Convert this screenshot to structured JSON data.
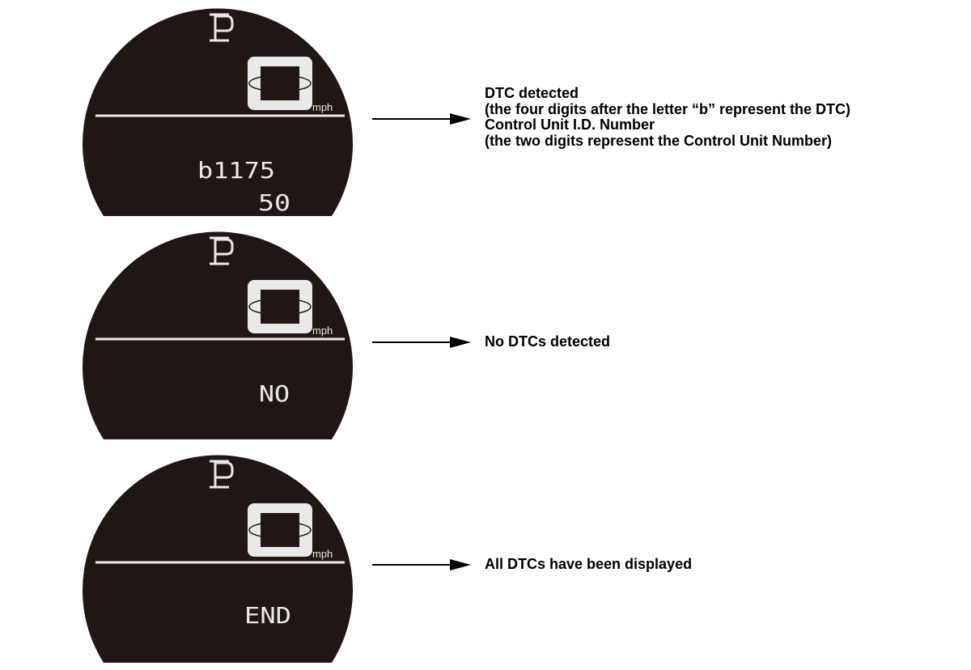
{
  "colors": {
    "display_bg": "#201614",
    "segment": "#e9e9e9",
    "arrow": "#000000"
  },
  "panels": [
    {
      "gear": "P",
      "speed": "0",
      "unit": "mph",
      "readout_lines": [
        "b1175",
        "50"
      ],
      "description": [
        "DTC detected",
        "(the four digits after the letter “b” represent the DTC)",
        "Control Unit I.D. Number",
        "(the two digits represent the Control Unit Number)"
      ]
    },
    {
      "gear": "P",
      "speed": "0",
      "unit": "mph",
      "readout_lines": [
        "NO"
      ],
      "description": [
        "No DTCs detected"
      ]
    },
    {
      "gear": "P",
      "speed": "0",
      "unit": "mph",
      "readout_lines": [
        "END"
      ],
      "description": [
        "All DTCs have been displayed"
      ]
    }
  ]
}
